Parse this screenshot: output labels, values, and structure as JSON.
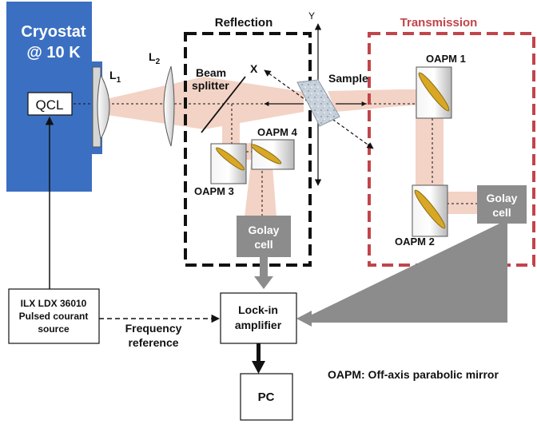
{
  "colors": {
    "cryostat": "#3b6fc1",
    "beam": "#f3d3c6",
    "transmission_box": "#c1454a",
    "golay": "#8c8c8c",
    "mirror_face": "#d8a825",
    "arrow_gray": "#8c8c8c"
  },
  "cryostat": {
    "title_line1": "Cryostat",
    "title_line2": "@ 10 K"
  },
  "qcl": {
    "label": "QCL"
  },
  "lens1": {
    "label": "L",
    "subscript": "1"
  },
  "lens2": {
    "label": "L",
    "subscript": "2"
  },
  "reflection": {
    "title": "Reflection"
  },
  "transmission": {
    "title": "Transmission"
  },
  "beam_splitter": {
    "line1": "Beam",
    "line2": "splitter"
  },
  "sample": {
    "label": "Sample"
  },
  "axes": {
    "x": "X",
    "y": "Y"
  },
  "oapm1": {
    "label": "OAPM 1"
  },
  "oapm2": {
    "label": "OAPM 2"
  },
  "oapm3": {
    "label": "OAPM 3"
  },
  "oapm4": {
    "label": "OAPM 4"
  },
  "golay_reflection": {
    "line1": "Golay",
    "line2": "cell"
  },
  "golay_transmission": {
    "line1": "Golay",
    "line2": "cell"
  },
  "current_source": {
    "line1": "ILX LDX 36010",
    "line2": "Pulsed courant",
    "line3": "source"
  },
  "lockin": {
    "line1": "Lock-in",
    "line2": "amplifier"
  },
  "frequency_reference": {
    "line1": "Frequency",
    "line2": "reference"
  },
  "pc": {
    "label": "PC"
  },
  "legend": {
    "text": "OAPM: Off-axis parabolic mirror"
  }
}
